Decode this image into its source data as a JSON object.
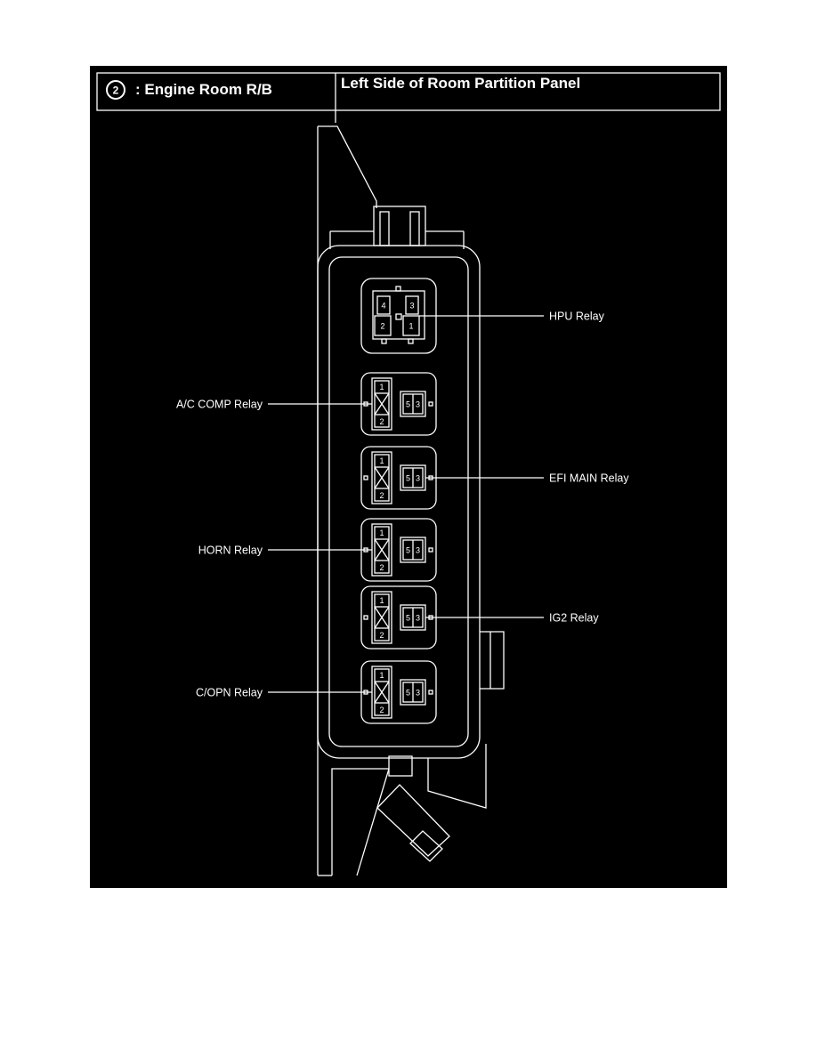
{
  "header": {
    "badge_number": "2",
    "left_title": ": Engine Room R/B",
    "right_title": "Left Side of Room Partition Panel"
  },
  "relays": [
    {
      "label": "HPU Relay",
      "type": "four-pin",
      "pins": [
        "4",
        "3",
        "2",
        "1"
      ],
      "label_side": "right"
    },
    {
      "label": "A/C COMP Relay",
      "type": "standard",
      "pins": [
        "1",
        "2",
        "5",
        "3"
      ],
      "label_side": "left"
    },
    {
      "label": "EFI MAIN Relay",
      "type": "standard",
      "pins": [
        "1",
        "2",
        "5",
        "3"
      ],
      "label_side": "right"
    },
    {
      "label": "HORN Relay",
      "type": "standard",
      "pins": [
        "1",
        "2",
        "5",
        "3"
      ],
      "label_side": "left"
    },
    {
      "label": "IG2 Relay",
      "type": "standard",
      "pins": [
        "1",
        "2",
        "5",
        "3"
      ],
      "label_side": "right"
    },
    {
      "label": "C/OPN Relay",
      "type": "standard",
      "pins": [
        "1",
        "2",
        "5",
        "3"
      ],
      "label_side": "left"
    }
  ],
  "colors": {
    "background": "#000000",
    "line": "#ffffff",
    "page": "#ffffff"
  }
}
